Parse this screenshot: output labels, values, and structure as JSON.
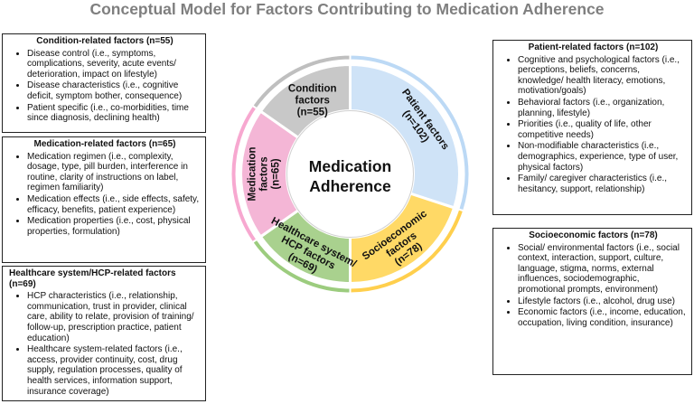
{
  "title": "Conceptual Model for Factors Contributing to Medication Adherence",
  "center": {
    "line1": "Medication",
    "line2": "Adherence"
  },
  "segments": [
    {
      "id": "patient",
      "lines": [
        "Patient factors",
        "(n=102)"
      ],
      "n": 102,
      "fill": "#cfe3f7",
      "ring": "#bcd9f5"
    },
    {
      "id": "socio",
      "lines": [
        "Socioeconomic",
        "factors",
        "(n=78)"
      ],
      "n": 78,
      "fill": "#ffd966",
      "ring": "#ffcf4d"
    },
    {
      "id": "hcp",
      "lines": [
        "Healthcare system/",
        "HCP factors",
        "(n=69)"
      ],
      "n": 69,
      "fill": "#a9d18e",
      "ring": "#9ccc7e"
    },
    {
      "id": "med",
      "lines": [
        "Medication",
        "factors",
        "(n=65)"
      ],
      "n": 65,
      "fill": "#f4b6d6",
      "ring": "#f7a8d0"
    },
    {
      "id": "cond",
      "lines": [
        "Condition",
        "factors",
        "(n=55)"
      ],
      "n": 55,
      "fill": "#c8c8c8",
      "ring": "#bfbfbf"
    }
  ],
  "boxes": {
    "condition": {
      "heading": "Condition-related factors (n=55)",
      "items": [
        "Disease control (i.e., symptoms, complications, severity, acute events/ deterioration, impact on lifestyle)",
        "Disease characteristics (i.e., cognitive deficit, symptom bother, consequence)",
        "Patient specific (i.e., co-morbidities, time since diagnosis, declining health)"
      ]
    },
    "medication": {
      "heading": "Medication-related factors (n=65)",
      "items": [
        "Medication regimen (i.e., complexity, dosage, type, pill burden, interference in routine, clarity of instructions on label, regimen familiarity)",
        "Medication effects (i.e., side effects, safety, efficacy, benefits, patient experience)",
        "Medication properties (i.e., cost, physical properties, formulation)"
      ]
    },
    "hcp": {
      "heading": "Healthcare system/HCP-related factors (n=69)",
      "items": [
        "HCP characteristics (i.e., relationship, communication, trust in provider, clinical care, ability to relate, provision of training/ follow-up, prescription practice, patient education)",
        "Healthcare system-related factors (i.e., access, provider continuity, cost, drug supply, regulation processes, quality of health services, information support, insurance coverage)"
      ]
    },
    "patient": {
      "heading": "Patient-related factors (n=102)",
      "items": [
        "Cognitive and psychological factors (i.e., perceptions, beliefs, concerns, knowledge/ health literacy, emotions, motivation/goals)",
        "Behavioral factors (i.e., organization, planning, lifestyle)",
        "Priorities (i.e., quality of life, other competitive needs)",
        "Non-modifiable characteristics (i.e., demographics, experience, type of user, physical factors)",
        "Family/ caregiver characteristics (i.e., hesitancy, support, relationship)"
      ]
    },
    "socio": {
      "heading": "Socioeconomic factors (n=78)",
      "items": [
        "Social/ environmental factors (i.e., social context, interaction, support, culture, language, stigma, norms, external influences, sociodemographic, promotional prompts, environment)",
        "Lifestyle factors (i.e., alcohol, drug use)",
        "Economic factors (i.e., income, education, occupation, living condition, insurance)"
      ]
    }
  }
}
